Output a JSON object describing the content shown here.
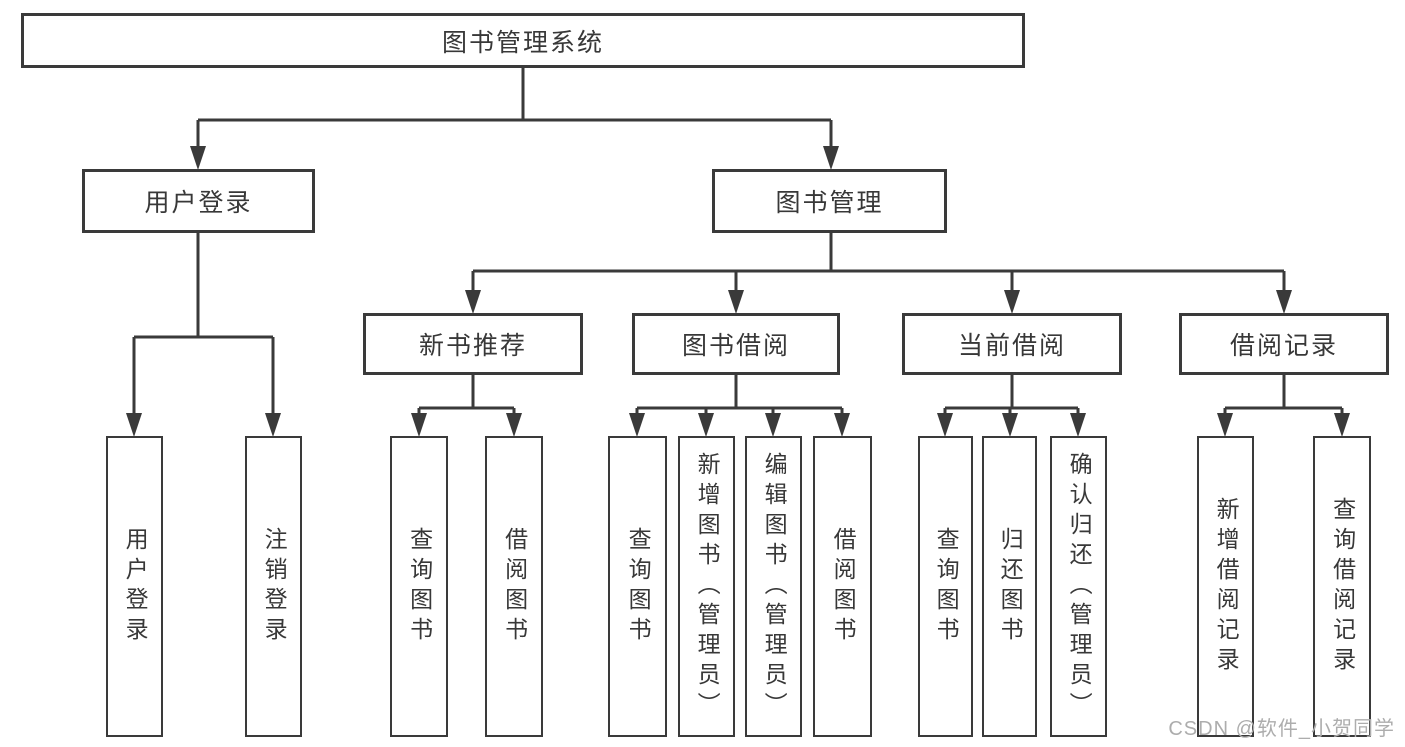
{
  "diagram": {
    "type": "tree",
    "root": {
      "label": "图书管理系统",
      "children": [
        {
          "label": "用户登录",
          "children": [
            {
              "label": "用户登录"
            },
            {
              "label": "注销登录"
            }
          ]
        },
        {
          "label": "图书管理",
          "children": [
            {
              "label": "新书推荐",
              "children": [
                {
                  "label": "查询图书"
                },
                {
                  "label": "借阅图书"
                }
              ]
            },
            {
              "label": "图书借阅",
              "children": [
                {
                  "label": "查询图书"
                },
                {
                  "label": "新增图书（管理员）"
                },
                {
                  "label": "编辑图书（管理员）"
                },
                {
                  "label": "借阅图书"
                }
              ]
            },
            {
              "label": "当前借阅",
              "children": [
                {
                  "label": "查询图书"
                },
                {
                  "label": "归还图书"
                },
                {
                  "label": "确认归还（管理员）"
                }
              ]
            },
            {
              "label": "借阅记录",
              "children": [
                {
                  "label": "新增借阅记录"
                },
                {
                  "label": "查询借阅记录"
                }
              ]
            }
          ]
        }
      ]
    }
  },
  "watermark": {
    "text": "CSDN @软件_小贺同学"
  },
  "colors": {
    "line": "#3a3a3a",
    "box_border": "#3a3a3a",
    "text": "#383838",
    "watermark": "#adadad",
    "background": "#ffffff"
  }
}
